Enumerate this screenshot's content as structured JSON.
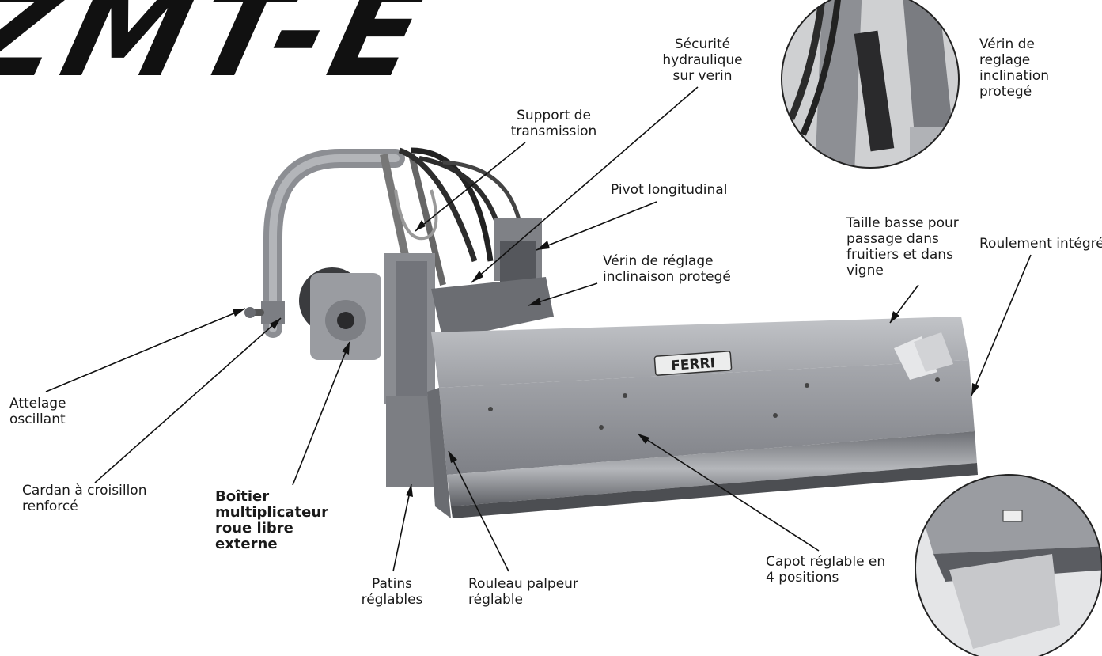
{
  "title": "ZMT-E",
  "brand_plate": "FERRI",
  "colors": {
    "machine": "#8e9097",
    "machine_dark": "#5b5d62",
    "machine_light": "#b9bbc0",
    "ink": "#1a1a1a"
  },
  "labels": {
    "securite": "Sécurité hydraulique sur verin",
    "verin_inclination": "Vérin de reglage inclination protegé",
    "support_transmission": "Support de transmission",
    "pivot": "Pivot longitudinal",
    "taille_basse": "Taille basse pour passage dans fruitiers et dans vigne",
    "verin_inclinaison": "Vérin de réglage inclinaison protegé",
    "roulement": "Roulement intégré",
    "attelage": "Attelage oscillant",
    "cardan": "Cardan à croisillon renforcé",
    "boitier": "Boîtier multiplicateur roue libre externe",
    "patins": "Patins réglables",
    "rouleau": "Rouleau palpeur réglable",
    "capot": "Capot réglable en 4 positions"
  }
}
